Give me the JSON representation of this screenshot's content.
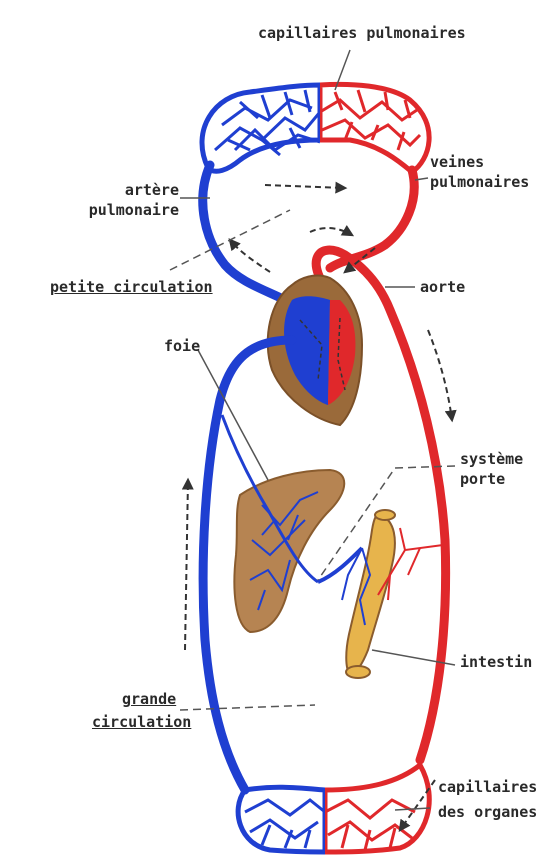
{
  "colors": {
    "oxygenated": "#e0282b",
    "deoxygenated": "#1f3fd1",
    "organ_brown": "#9a6a3a",
    "organ_fill": "#b68452",
    "intestine": "#e7b44c",
    "text": "#2a2a2a",
    "arrow": "#333333"
  },
  "labels": {
    "capillaires_pulmonaires": "capillaires pulmonaires",
    "veines_pulmonaires_1": "veines",
    "veines_pulmonaires_2": "pulmonaires",
    "artere_pulmonaire_1": "artère",
    "artere_pulmonaire_2": "pulmonaire",
    "petite_circulation": "petite circulation",
    "aorte": "aorte",
    "foie": "foie",
    "systeme_porte_1": "système",
    "systeme_porte_2": "porte",
    "intestin": "intestin",
    "grande_circulation_1": "grande",
    "grande_circulation_2": "circulation",
    "capillaires_organes_1": "capillaires",
    "capillaires_organes_2": "des organes"
  }
}
